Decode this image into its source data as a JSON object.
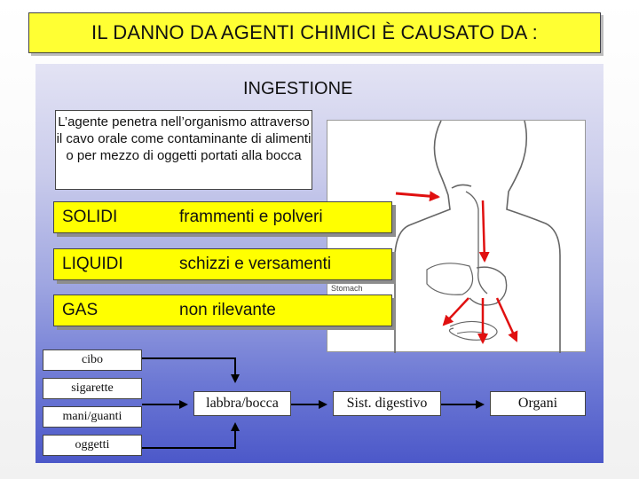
{
  "title": "IL DANNO DA AGENTI CHIMICI È CAUSATO DA :",
  "section": "INGESTIONE",
  "description": "L’agente penetra nell’organismo attraverso il cavo orale come contaminante di alimenti o per mezzo di oggetti portati alla bocca",
  "figure": {
    "label": "Stomach"
  },
  "states": [
    {
      "name": "SOLIDI",
      "value": "frammenti e polveri"
    },
    {
      "name": "LIQUIDI",
      "value": "schizzi e versamenti"
    },
    {
      "name": "GAS",
      "value": "non rilevante"
    }
  ],
  "sources": [
    "cibo",
    "sigarette",
    "mani/guanti",
    "oggetti"
  ],
  "stages": [
    "labbra/bocca",
    "Sist. digestivo",
    "Organi"
  ],
  "colors": {
    "title_bg": "#ffff33",
    "row_bg": "#ffff00",
    "arrow_red": "#e01010"
  }
}
